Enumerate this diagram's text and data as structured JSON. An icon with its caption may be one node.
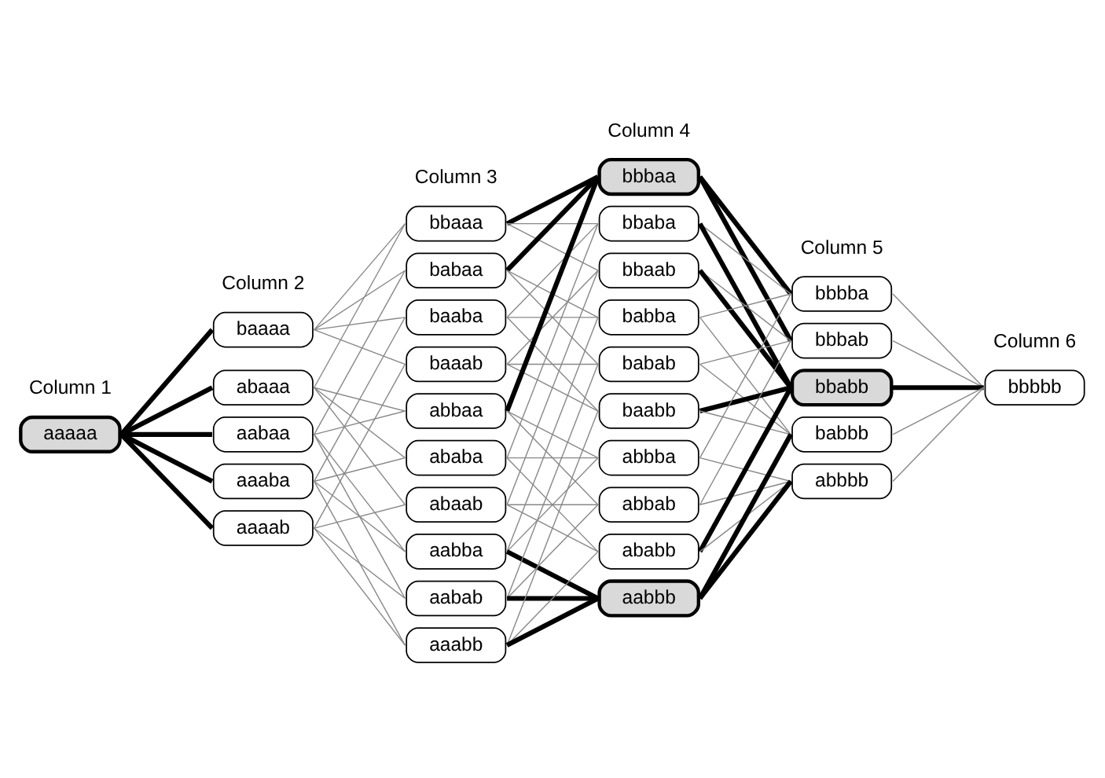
{
  "diagram": {
    "nodes": [
      {
        "text": [
          "aaaaa"
        ]
      },
      {
        "text": [
          "baaaa"
        ]
      },
      {
        "text": [
          "abaaa"
        ]
      },
      {
        "text": [
          "aabaa"
        ]
      },
      {
        "text": [
          "aaaba"
        ]
      },
      {
        "text": [
          "aaaab"
        ]
      },
      {
        "text": [
          "bbaaa"
        ]
      },
      {
        "text": [
          "babaa"
        ]
      },
      {
        "text": [
          "baaba"
        ]
      },
      {
        "text": [
          "baaab"
        ]
      },
      {
        "text": [
          "abbaa"
        ]
      },
      {
        "text": [
          "ababa"
        ]
      },
      {
        "text": [
          "abaab"
        ]
      },
      {
        "text": [
          "aabba"
        ]
      },
      {
        "text": [
          "aabab"
        ]
      },
      {
        "text": [
          "aaabb"
        ]
      },
      {
        "text": [
          "bbbaa"
        ]
      },
      {
        "text": [
          "bbaba"
        ]
      },
      {
        "text": [
          "bbaab"
        ]
      },
      {
        "text": [
          "babba"
        ]
      },
      {
        "text": [
          "babab"
        ]
      },
      {
        "text": [
          "baabb"
        ]
      },
      {
        "text": [
          "abbba"
        ]
      },
      {
        "text": [
          "abbab"
        ]
      },
      {
        "text": [
          "ababb"
        ]
      },
      {
        "text": [
          "aabbb"
        ]
      },
      {
        "text": [
          "bbbba"
        ]
      },
      {
        "text": [
          "bbbab"
        ]
      },
      {
        "text": [
          "bbabb"
        ]
      },
      {
        "text": [
          "babbb"
        ]
      },
      {
        "text": [
          "abbbb"
        ]
      },
      {
        "text": [
          "bbbbb"
        ]
      }
    ],
    "edges": [
      {
        "from": 0,
        "to": 1,
        "arrow": "none",
        "style": "thick",
        "color": "#000000"
      },
      {
        "from": 0,
        "to": 2,
        "arrow": "none",
        "style": "thick",
        "color": "#000000"
      },
      {
        "from": 0,
        "to": 3,
        "arrow": "none",
        "style": "thick",
        "color": "#000000"
      },
      {
        "from": 0,
        "to": 4,
        "arrow": "none",
        "style": "thick",
        "color": "#000000"
      },
      {
        "from": 0,
        "to": 5,
        "arrow": "none",
        "style": "thick",
        "color": "#000000"
      },
      {
        "from": 1,
        "to": 6,
        "arrow": "none"
      },
      {
        "from": 1,
        "to": 7,
        "arrow": "none"
      },
      {
        "from": 1,
        "to": 8,
        "arrow": "none"
      },
      {
        "from": 1,
        "to": 9,
        "arrow": "none"
      },
      {
        "from": 2,
        "to": 6,
        "arrow": "none"
      },
      {
        "from": 2,
        "to": 10,
        "arrow": "none"
      },
      {
        "from": 2,
        "to": 11,
        "arrow": "none"
      },
      {
        "from": 2,
        "to": 12,
        "arrow": "none"
      },
      {
        "from": 3,
        "to": 7,
        "arrow": "none"
      },
      {
        "from": 3,
        "to": 10,
        "arrow": "none"
      },
      {
        "from": 3,
        "to": 13,
        "arrow": "none"
      },
      {
        "from": 3,
        "to": 14,
        "arrow": "none"
      },
      {
        "from": 4,
        "to": 8,
        "arrow": "none"
      },
      {
        "from": 4,
        "to": 11,
        "arrow": "none"
      },
      {
        "from": 4,
        "to": 13,
        "arrow": "none"
      },
      {
        "from": 4,
        "to": 15,
        "arrow": "none"
      },
      {
        "from": 5,
        "to": 9,
        "arrow": "none"
      },
      {
        "from": 5,
        "to": 12,
        "arrow": "none"
      },
      {
        "from": 5,
        "to": 14,
        "arrow": "none"
      },
      {
        "from": 5,
        "to": 15,
        "arrow": "none"
      },
      {
        "from": 6,
        "to": 16,
        "arrow": "none",
        "style": "thick",
        "color": "#000000"
      },
      {
        "from": 6,
        "to": 17,
        "arrow": "none"
      },
      {
        "from": 6,
        "to": 18,
        "arrow": "none"
      },
      {
        "from": 7,
        "to": 16,
        "arrow": "none",
        "style": "thick",
        "color": "#000000"
      },
      {
        "from": 7,
        "to": 19,
        "arrow": "none"
      },
      {
        "from": 7,
        "to": 20,
        "arrow": "none"
      },
      {
        "from": 8,
        "to": 17,
        "arrow": "none"
      },
      {
        "from": 8,
        "to": 19,
        "arrow": "none"
      },
      {
        "from": 8,
        "to": 21,
        "arrow": "none"
      },
      {
        "from": 9,
        "to": 18,
        "arrow": "none"
      },
      {
        "from": 9,
        "to": 20,
        "arrow": "none"
      },
      {
        "from": 9,
        "to": 21,
        "arrow": "none"
      },
      {
        "from": 10,
        "to": 16,
        "arrow": "none",
        "style": "thick",
        "color": "#000000"
      },
      {
        "from": 10,
        "to": 22,
        "arrow": "none"
      },
      {
        "from": 10,
        "to": 23,
        "arrow": "none"
      },
      {
        "from": 11,
        "to": 17,
        "arrow": "none"
      },
      {
        "from": 11,
        "to": 22,
        "arrow": "none"
      },
      {
        "from": 11,
        "to": 24,
        "arrow": "none"
      },
      {
        "from": 12,
        "to": 18,
        "arrow": "none"
      },
      {
        "from": 12,
        "to": 23,
        "arrow": "none"
      },
      {
        "from": 12,
        "to": 24,
        "arrow": "none"
      },
      {
        "from": 13,
        "to": 19,
        "arrow": "none"
      },
      {
        "from": 13,
        "to": 22,
        "arrow": "none"
      },
      {
        "from": 13,
        "to": 25,
        "arrow": "none",
        "style": "thick",
        "color": "#000000"
      },
      {
        "from": 14,
        "to": 20,
        "arrow": "none"
      },
      {
        "from": 14,
        "to": 23,
        "arrow": "none"
      },
      {
        "from": 14,
        "to": 25,
        "arrow": "none",
        "style": "thick",
        "color": "#000000"
      },
      {
        "from": 15,
        "to": 21,
        "arrow": "none"
      },
      {
        "from": 15,
        "to": 24,
        "arrow": "none"
      },
      {
        "from": 15,
        "to": 25,
        "arrow": "none",
        "style": "thick",
        "color": "#000000"
      },
      {
        "from": 16,
        "to": 26,
        "arrow": "none",
        "style": "thick",
        "color": "#000000"
      },
      {
        "from": 16,
        "to": 27,
        "arrow": "none",
        "style": "thick",
        "color": "#000000"
      },
      {
        "from": 17,
        "to": 26,
        "arrow": "none"
      },
      {
        "from": 17,
        "to": 28,
        "arrow": "none",
        "style": "thick",
        "color": "#000000"
      },
      {
        "from": 18,
        "to": 27,
        "arrow": "none"
      },
      {
        "from": 18,
        "to": 28,
        "arrow": "none",
        "style": "thick",
        "color": "#000000"
      },
      {
        "from": 19,
        "to": 26,
        "arrow": "none"
      },
      {
        "from": 19,
        "to": 29,
        "arrow": "none"
      },
      {
        "from": 20,
        "to": 27,
        "arrow": "none"
      },
      {
        "from": 20,
        "to": 29,
        "arrow": "none"
      },
      {
        "from": 21,
        "to": 28,
        "arrow": "none",
        "style": "thick",
        "color": "#000000"
      },
      {
        "from": 21,
        "to": 29,
        "arrow": "none"
      },
      {
        "from": 22,
        "to": 26,
        "arrow": "none"
      },
      {
        "from": 22,
        "to": 30,
        "arrow": "none"
      },
      {
        "from": 23,
        "to": 27,
        "arrow": "none"
      },
      {
        "from": 23,
        "to": 30,
        "arrow": "none"
      },
      {
        "from": 24,
        "to": 28,
        "arrow": "none",
        "style": "thick",
        "color": "#000000"
      },
      {
        "from": 24,
        "to": 30,
        "arrow": "none"
      },
      {
        "from": 25,
        "to": 29,
        "arrow": "none",
        "style": "thick",
        "color": "#000000"
      },
      {
        "from": 25,
        "to": 30,
        "arrow": "none",
        "style": "thick",
        "color": "#000000"
      },
      {
        "from": 26,
        "to": 31,
        "arrow": "none"
      },
      {
        "from": 27,
        "to": 31,
        "arrow": "none"
      },
      {
        "from": 28,
        "to": 31,
        "arrow": "none",
        "style": "thick",
        "color": "#000000"
      },
      {
        "from": 29,
        "to": 31,
        "arrow": "none"
      },
      {
        "from": 30,
        "to": 31,
        "arrow": "none"
      }
    ],
    "labels": [
      "Column 1",
      "Column 2",
      "Column 3",
      "Column 4",
      "Column 5",
      "Column 6"
    ]
  }
}
